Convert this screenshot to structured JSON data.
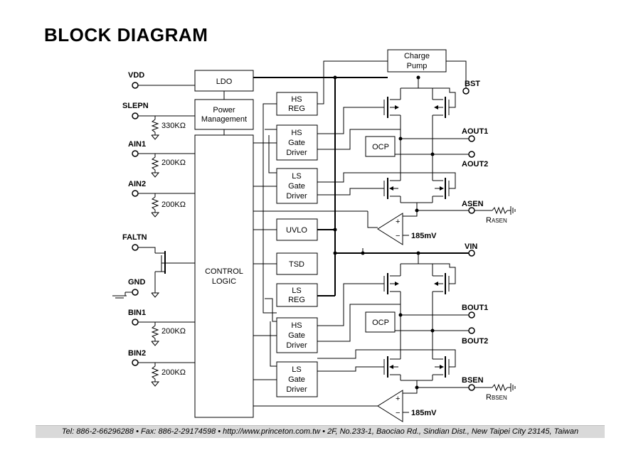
{
  "title": "BLOCK DIAGRAM",
  "pins": {
    "vdd": "VDD",
    "slepn": "SLEPN",
    "ain1": "AIN1",
    "ain2": "AIN2",
    "faltn": "FALTN",
    "gnd": "GND",
    "bin1": "BIN1",
    "bin2": "BIN2",
    "bst": "BST",
    "aout1": "AOUT1",
    "aout2": "AOUT2",
    "asen": "ASEN",
    "vin": "VIN",
    "bout1": "BOUT1",
    "bout2": "BOUT2",
    "bsen": "BSEN"
  },
  "resistors": {
    "slepn": "330KΩ",
    "ain1": "200KΩ",
    "ain2": "200KΩ",
    "bin1": "200KΩ",
    "bin2": "200KΩ",
    "rasen_main": "R",
    "rasen_sub": "ASEN",
    "rbsen_main": "R",
    "rbsen_sub": "BSEN"
  },
  "blocks": {
    "ldo": "LDO",
    "power_mgmt": [
      "Power",
      "Management"
    ],
    "control_logic": [
      "CONTROL",
      "LOGIC"
    ],
    "charge_pump": [
      "Charge",
      "Pump"
    ],
    "hs_reg": [
      "HS",
      "REG"
    ],
    "hs_gate_driver_a": [
      "HS",
      "Gate",
      "Driver"
    ],
    "ls_gate_driver_a": [
      "LS",
      "Gate",
      "Driver"
    ],
    "uvlo": "UVLO",
    "tsd": "TSD",
    "ls_reg": [
      "LS",
      "REG"
    ],
    "hs_gate_driver_b": [
      "HS",
      "Gate",
      "Driver"
    ],
    "ls_gate_driver_b": [
      "LS",
      "Gate",
      "Driver"
    ],
    "ocp_a": "OCP",
    "ocp_b": "OCP"
  },
  "comparators": {
    "a_ref": "185mV",
    "b_ref": "185mV",
    "plus": "+",
    "minus": "−"
  },
  "footer": "Tel: 886-2-66296288 • Fax: 886-2-29174598 • http://www.princeton.com.tw • 2F, No.233-1, Baociao Rd., Sindian Dist., New Taipei City 23145, Taiwan"
}
